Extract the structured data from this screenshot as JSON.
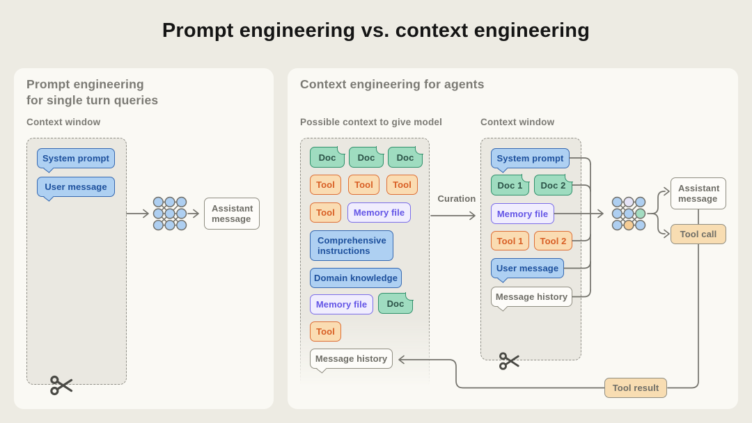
{
  "title": "Prompt engineering vs. context engineering",
  "palette": {
    "page_bg": "#EDEBE3",
    "card_bg": "#FAF9F4",
    "inner_bg": "#EAE8E1",
    "blue_fill": "#AED0F2",
    "blue_border": "#3568B0",
    "blue_text": "#1C4F9C",
    "green_fill": "#9FDCC0",
    "green_border": "#2F8F6A",
    "green_text": "#2B5247",
    "orange_fill": "#FADCB2",
    "orange_border": "#DE6F35",
    "orange_text": "#D85F25",
    "purple_fill": "#F0EDFE",
    "purple_border": "#7A6CE9",
    "purple_text": "#6355E6",
    "tan_fill": "#F8DDB2",
    "neutral_border": "#8F8D81",
    "gray_text": "#6E6D66",
    "heading_text": "#7B7A74",
    "line_color": "#73726B"
  },
  "left_panel": {
    "heading_line1": "Prompt engineering",
    "heading_line2": "for single turn queries",
    "context_window_label": "Context window",
    "system_prompt": "System prompt",
    "user_message": "User message",
    "assistant_message": "Assistant message"
  },
  "right_panel": {
    "heading": "Context engineering for agents",
    "pool_label": "Possible context to give model",
    "context_window_label": "Context window",
    "curation_label": "Curation",
    "doc": "Doc",
    "tool": "Tool",
    "memory_file": "Memory file",
    "comprehensive_instructions": "Comprehensive instructions",
    "domain_knowledge": "Domain knowledge",
    "message_history": "Message history",
    "system_prompt": "System prompt",
    "doc1": "Doc 1",
    "doc2": "Doc 2",
    "tool1": "Tool 1",
    "tool2": "Tool 2",
    "user_message": "User message",
    "assistant_message": "Assistant message",
    "tool_call": "Tool call",
    "tool_result": "Tool result"
  }
}
